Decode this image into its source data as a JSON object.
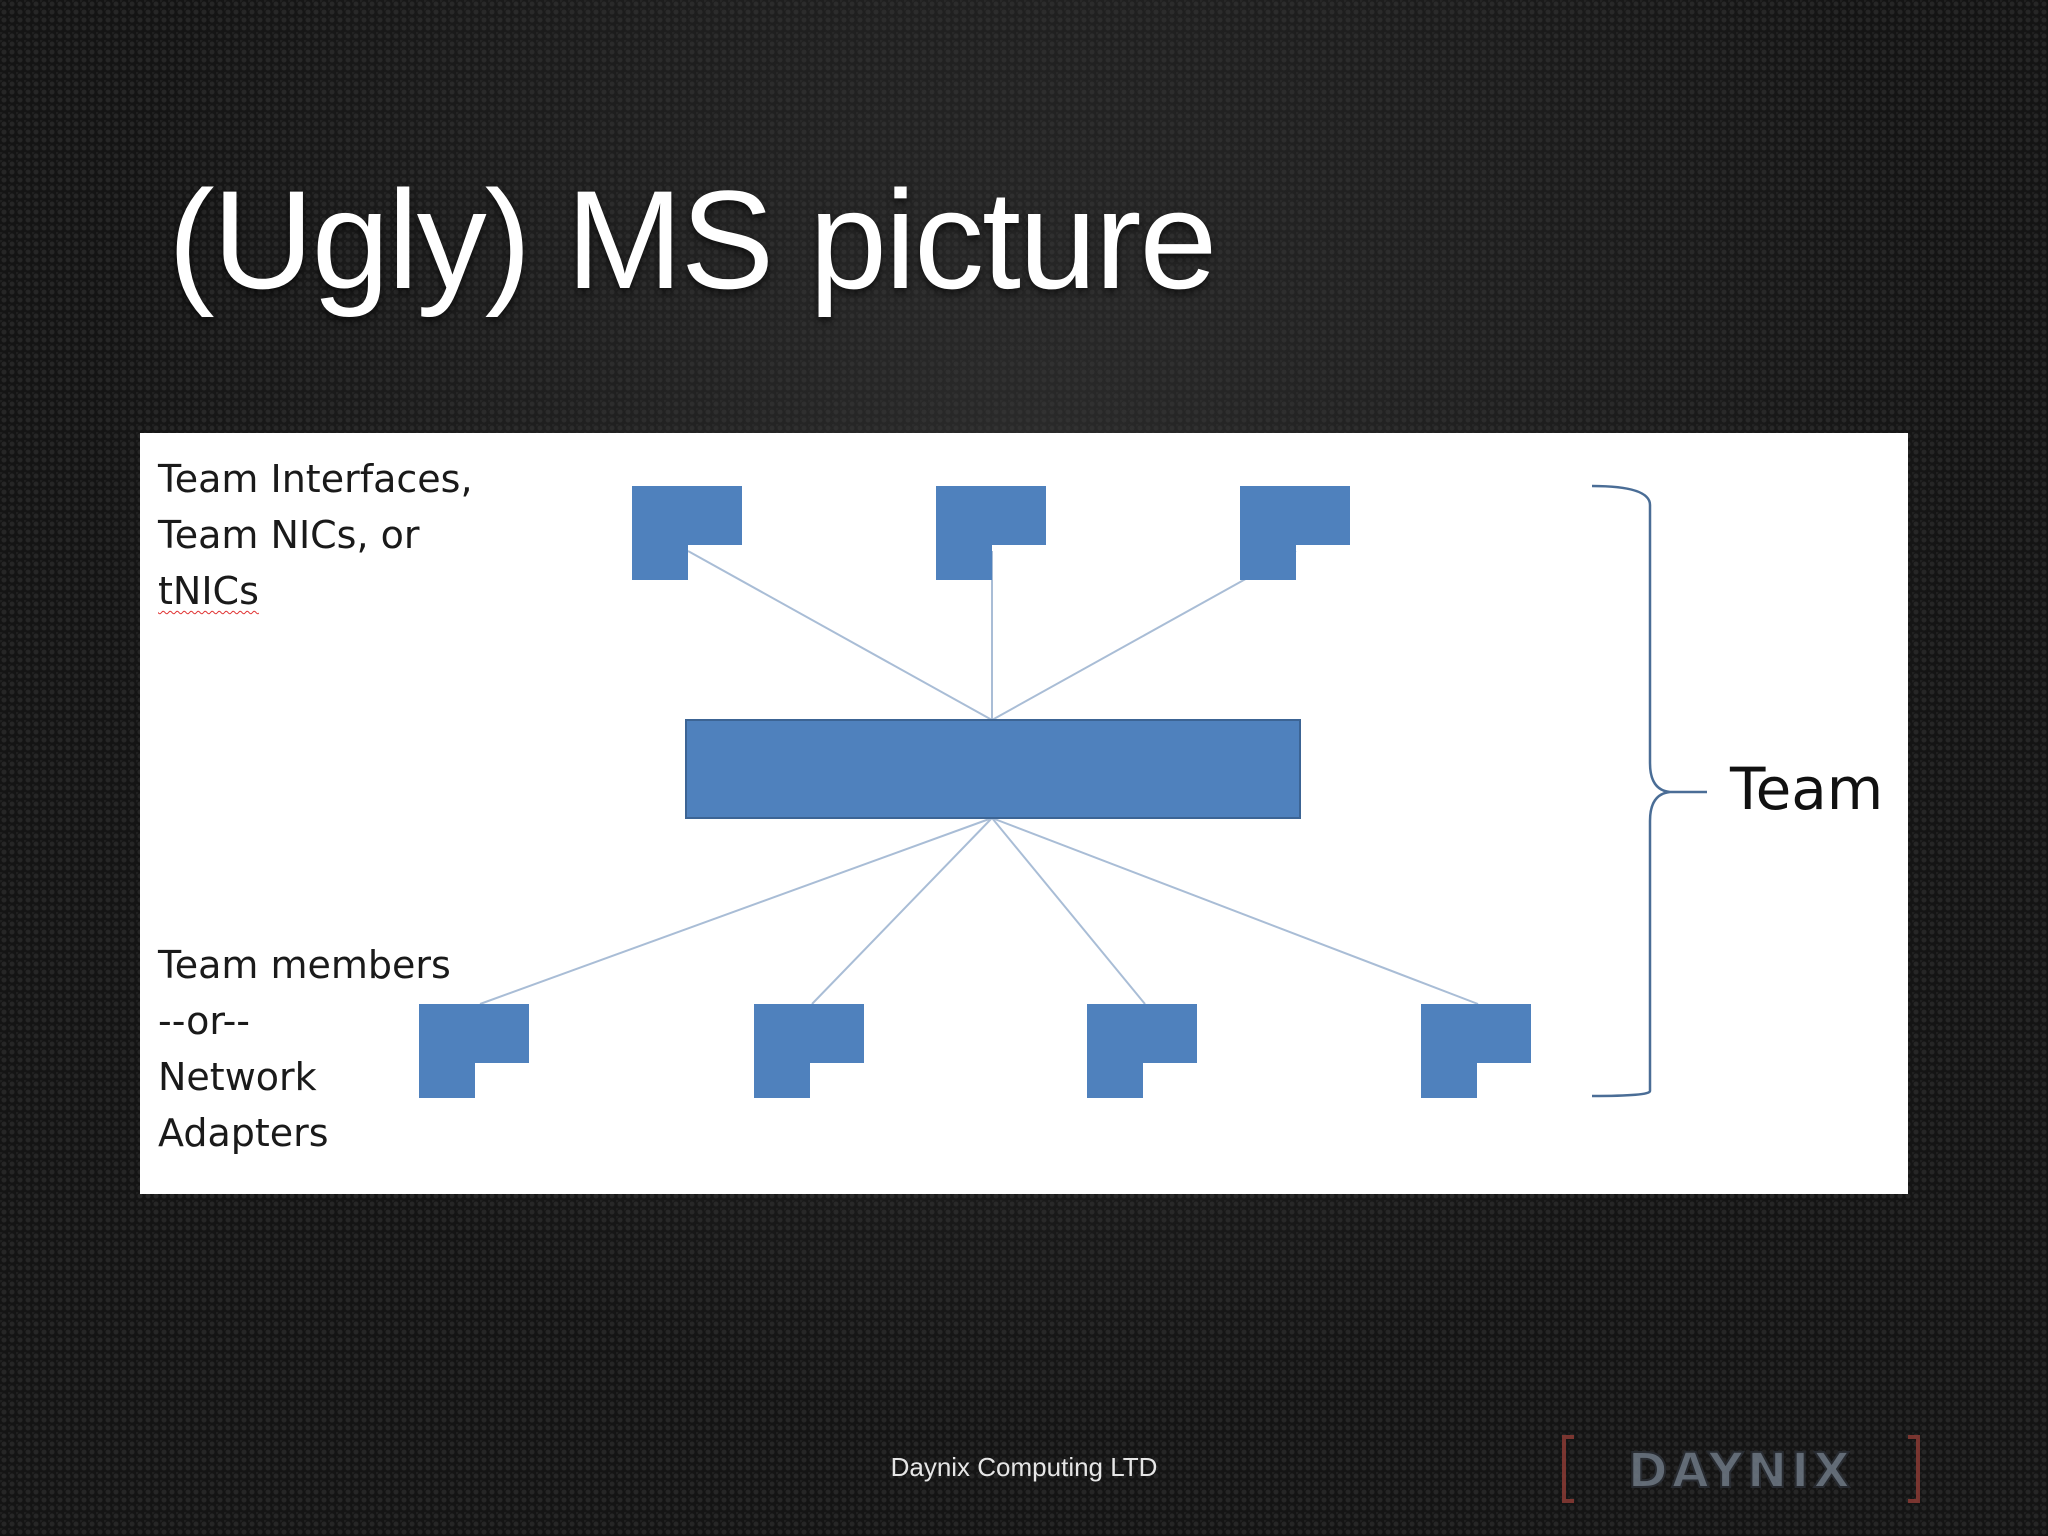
{
  "slide": {
    "title": "(Ugly) MS picture",
    "footer": "Daynix Computing LTD",
    "logo_text": "DAYNIX"
  },
  "diagram": {
    "top_label_lines": [
      "Team Interfaces,",
      "Team NICs, or",
      "tNICs"
    ],
    "bottom_label_lines": [
      "Team members",
      "--or--",
      "Network",
      "Adapters"
    ],
    "team_label": "Team",
    "node_color": "#4f81bd",
    "line_color": "#a9bdd6"
  }
}
